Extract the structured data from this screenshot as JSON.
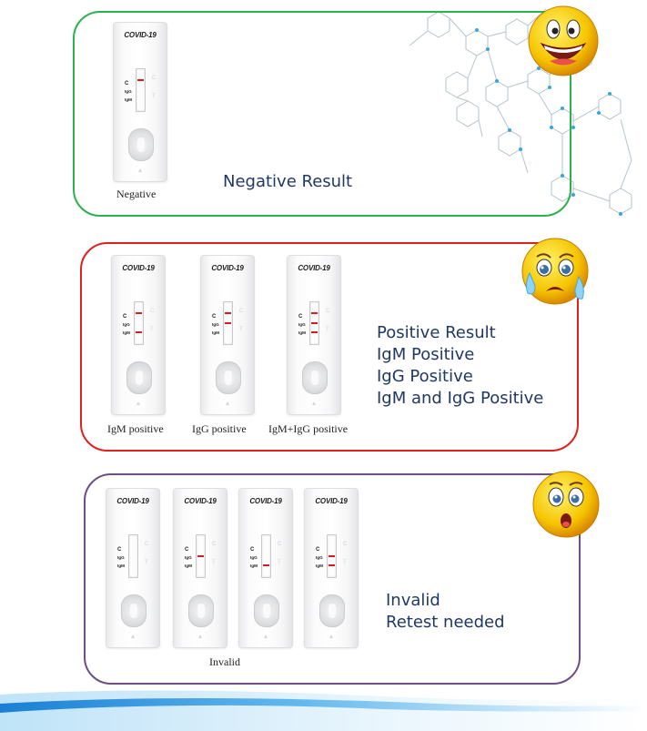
{
  "strip_label": "COVID-19",
  "strip_marks": {
    "c": "C",
    "igg": "IgG",
    "igm": "IgM",
    "right_c": "C",
    "right_t": "T"
  },
  "colors": {
    "negative_border": "#2bb24c",
    "positive_border": "#e0201c",
    "invalid_border": "#6e4d82",
    "result_text": "#1f3864",
    "test_line": "#d11f1f"
  },
  "icons": {
    "negative": "happy-face-icon",
    "positive": "crying-face-icon",
    "invalid": "worried-face-icon"
  },
  "negative": {
    "caption": "Negative",
    "result": "Negative Result"
  },
  "positive": {
    "captions": [
      "IgM positive",
      "IgG positive",
      "IgM+IgG positive"
    ],
    "result_lines": [
      "Positive Result",
      "IgM Positive",
      "IgG Positive",
      "IgM and IgG Positive"
    ]
  },
  "invalid": {
    "caption": "Invalid",
    "result_lines": [
      "Invalid",
      "Retest needed"
    ]
  }
}
